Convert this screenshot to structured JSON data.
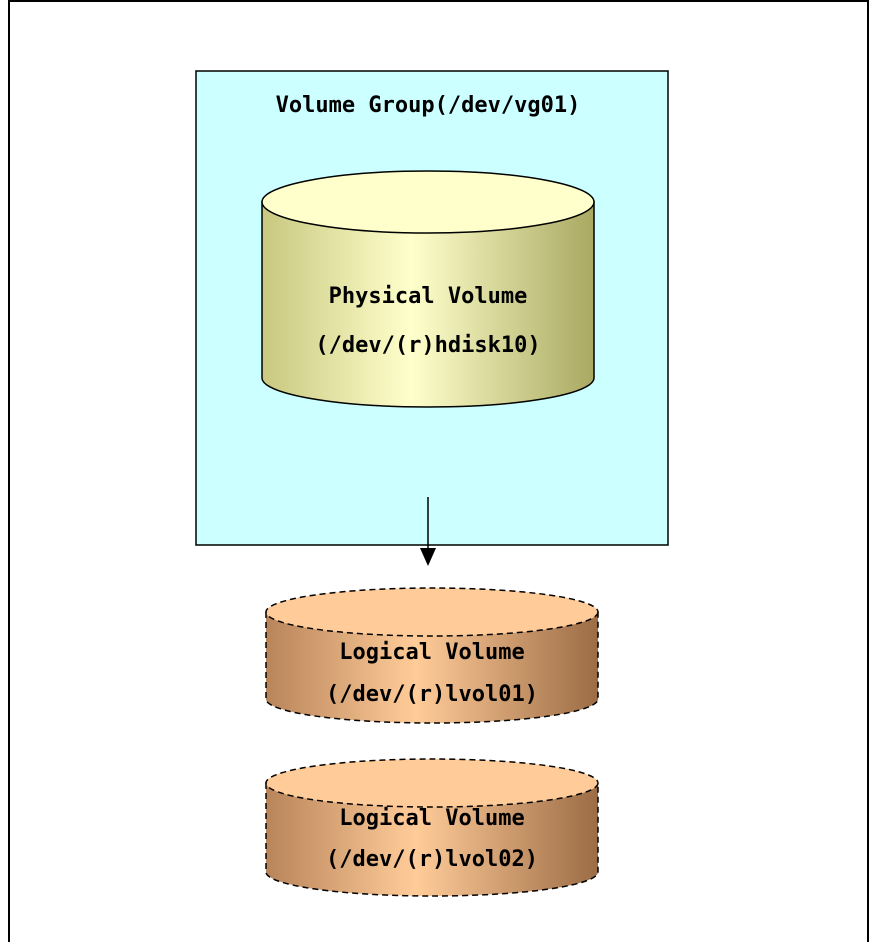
{
  "volume_group": {
    "label": "Volume Group(/dev/vg01)",
    "fill_color": "#ccffff"
  },
  "physical_volume": {
    "line1": "Physical Volume",
    "line2": "(/dev/(r)hdisk10)",
    "colors": {
      "top": "#ffffcc",
      "side_light": "#ffffcc",
      "side_dark": "#b3b370"
    }
  },
  "logical_volumes": [
    {
      "line1": "Logical Volume",
      "line2": "(/dev/(r)lvol01)"
    },
    {
      "line1": "Logical Volume",
      "line2": "(/dev/(r)lvol02)"
    }
  ],
  "logical_volume_colors": {
    "top": "#ffcc99",
    "side_light": "#ffcc99",
    "side_dark": "#a8784f"
  }
}
